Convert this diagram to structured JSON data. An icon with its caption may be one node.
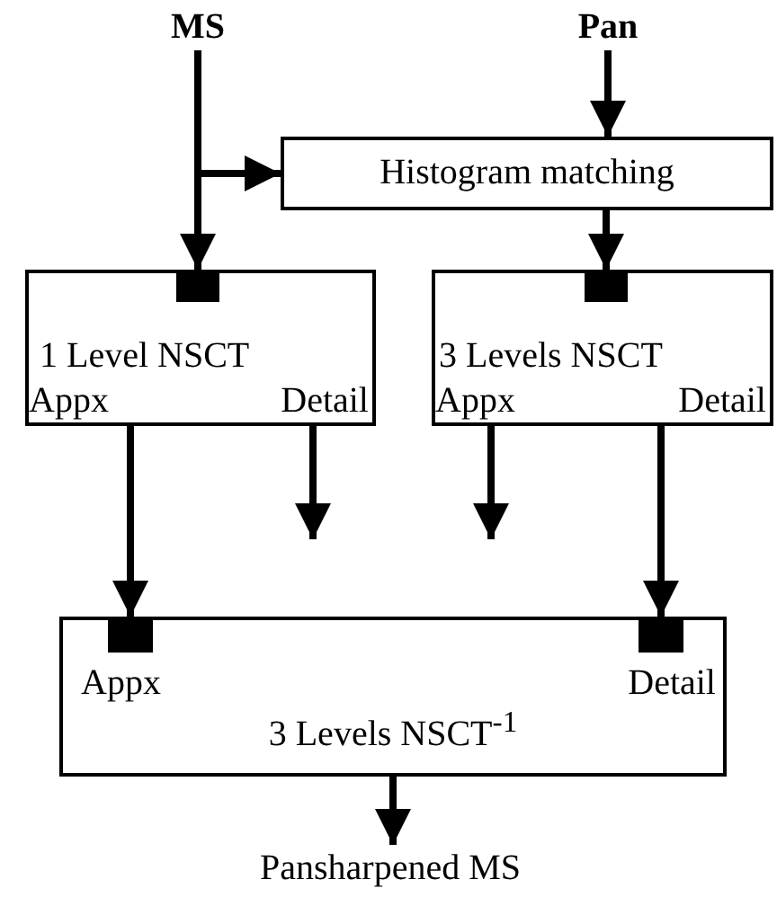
{
  "diagram": {
    "nodes": [
      {
        "text": [
          "MS"
        ]
      },
      {
        "text": [
          "Pan"
        ]
      },
      {
        "text": [
          "Histogram matching"
        ]
      },
      {
        "text": [
          "1 Level NSCT",
          "Appx",
          "Detail"
        ]
      },
      {
        "text": [],
        "shape": "box",
        "in": 3
      },
      {
        "text": [
          "3 Levels NSCT",
          "Appx",
          "Detail"
        ]
      },
      {
        "text": [],
        "shape": "box",
        "in": 5
      },
      {
        "text": [
          "Appx",
          "3 Levels NSCT$^{-1}$",
          "Detail"
        ]
      },
      {
        "text": [],
        "shape": "box",
        "in": 7
      },
      {
        "text": [],
        "shape": "box",
        "in": 7
      },
      {
        "text": [
          "Pansharpened MS"
        ]
      }
    ],
    "edges": [
      {
        "from": 0,
        "to": 4,
        "arrow": "to"
      },
      {
        "from": 0,
        "to": 2,
        "arrow": "to"
      },
      {
        "from": 1,
        "to": 2,
        "arrow": "to"
      },
      {
        "from": 2,
        "to": 6,
        "arrow": "to"
      },
      {
        "from": 3,
        "to": 8,
        "arrow": "to"
      },
      {
        "from": 3,
        "to": null,
        "arrow": "to"
      },
      {
        "from": 5,
        "to": null,
        "arrow": "to"
      },
      {
        "from": 5,
        "to": 9,
        "arrow": "to"
      },
      {
        "from": 7,
        "to": 10,
        "arrow": "to"
      }
    ]
  }
}
